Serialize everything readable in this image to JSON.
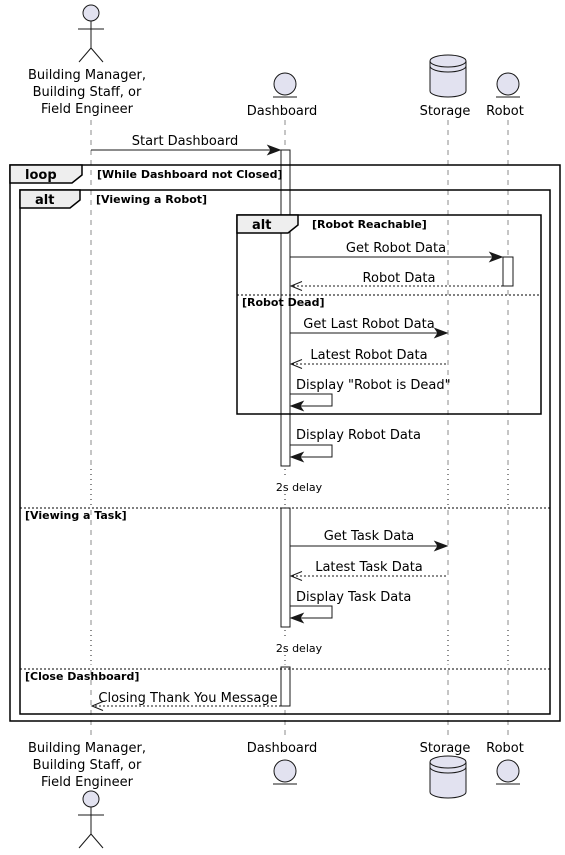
{
  "participants": {
    "actor_line1": "Building Manager,",
    "actor_line2": "Building Staff, or",
    "actor_line3": "Field Engineer",
    "dashboard": "Dashboard",
    "storage": "Storage",
    "robot": "Robot"
  },
  "frames": {
    "loop_tag": "loop",
    "loop_guard": "[While Dashboard not Closed]",
    "alt_outer_tag": "alt",
    "alt_outer_guard1": "[Viewing a Robot]",
    "alt_outer_guard2": "[Viewing a Task]",
    "alt_outer_guard3": "[Close Dashboard]",
    "alt_inner_tag": "alt",
    "alt_inner_guard1": "[Robot Reachable]",
    "alt_inner_guard2": "[Robot Dead]"
  },
  "messages": {
    "start_dashboard": "Start Dashboard",
    "get_robot_data": "Get Robot Data",
    "robot_data": "Robot Data",
    "get_last_robot_data": "Get Last Robot Data",
    "latest_robot_data": "Latest Robot Data",
    "display_robot_dead": "Display \"Robot is Dead\"",
    "display_robot_data": "Display Robot Data",
    "delay1": "2s delay",
    "get_task_data": "Get Task Data",
    "latest_task_data": "Latest Task Data",
    "display_task_data": "Display Task Data",
    "delay2": "2s delay",
    "closing_message": "Closing Thank You Message"
  }
}
